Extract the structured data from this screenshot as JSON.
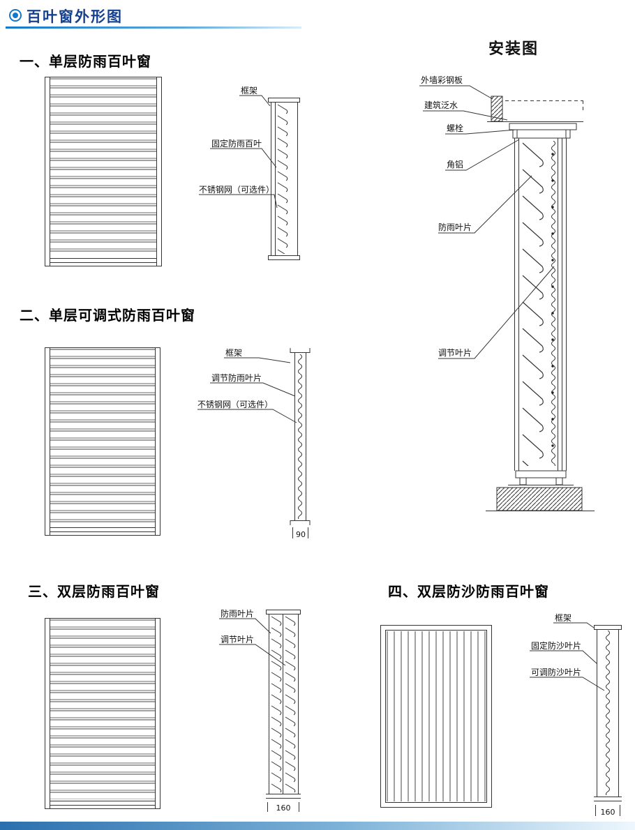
{
  "header": {
    "title": "百叶窗外形图"
  },
  "sections": {
    "s1": {
      "heading": "一、单层防雨百叶窗",
      "labels": {
        "frame": "框架",
        "fixed_louver": "固定防雨百叶",
        "mesh": "不锈钢网（可选件）"
      }
    },
    "s2": {
      "heading": "二、单层可调式防雨百叶窗",
      "labels": {
        "frame": "框架",
        "adj_louver": "调节防雨叶片",
        "mesh": "不锈钢网（可选件）"
      },
      "dimension": "90"
    },
    "s3": {
      "heading": "三、双层防雨百叶窗",
      "labels": {
        "rain_blade": "防雨叶片",
        "adj_blade": "调节叶片"
      },
      "dimension": "160"
    },
    "s4": {
      "heading": "四、双层防沙防雨百叶窗",
      "labels": {
        "frame": "框架",
        "fixed_sand": "固定防沙叶片",
        "adj_sand": "可调防沙叶片"
      },
      "dimension": "160"
    }
  },
  "installation": {
    "heading": "安装图",
    "labels": {
      "wall_panel": "外墙彩钢板",
      "flashing": "建筑泛水",
      "bolt": "螺栓",
      "angle_aluminum": "角铝",
      "rain_blade": "防雨叶片",
      "adjust_blade": "调节叶片"
    }
  },
  "colors": {
    "accent": "#1478c8",
    "title_text": "#15418f",
    "line": "#333333"
  }
}
